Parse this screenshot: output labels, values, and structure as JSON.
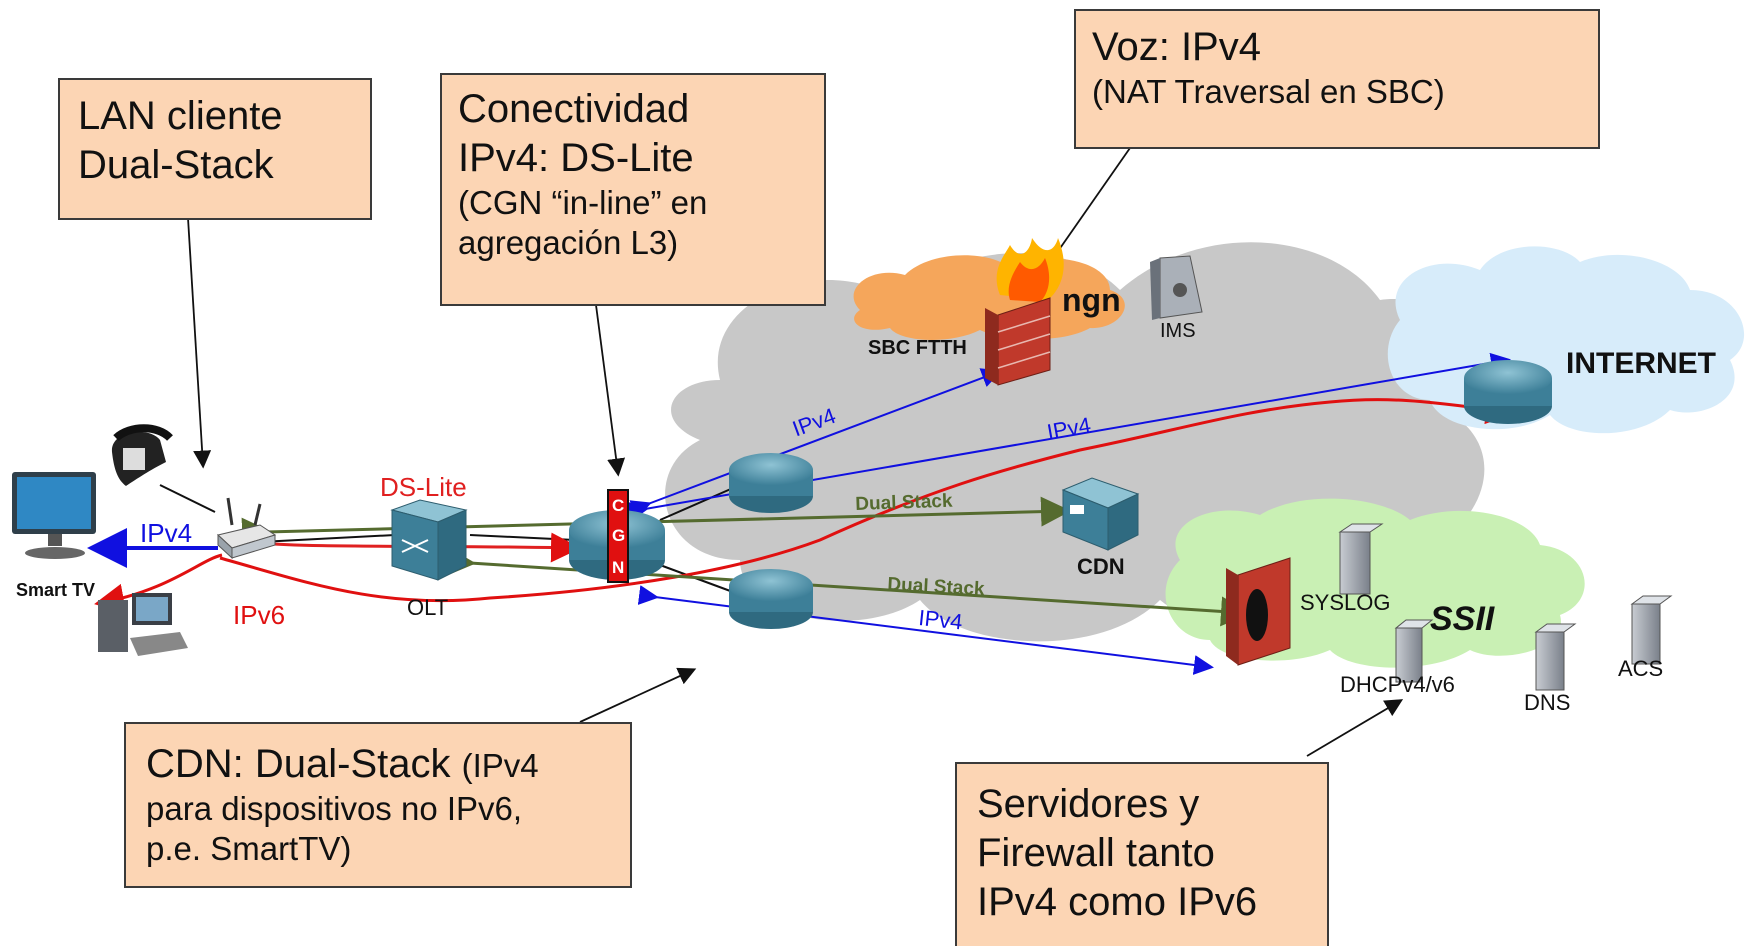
{
  "callouts": {
    "lan": {
      "line1": "LAN cliente",
      "line2": "Dual-Stack"
    },
    "dslite": {
      "line1": "Conectividad",
      "line2": "IPv4: DS-Lite",
      "line3": "(CGN “in-line” en",
      "line4": "agregación L3)"
    },
    "voz": {
      "line1": "Voz: IPv4",
      "line2": "(NAT Traversal en SBC)"
    },
    "cdn": {
      "line1a": "CDN: Dual-Stack ",
      "line1b": "(IPv4",
      "line2": "para dispositivos no IPv6,",
      "line3": "p.e. SmartTV)"
    },
    "servers": {
      "line1": "Servidores y",
      "line2": "Firewall tanto",
      "line3": "IPv4 como IPv6"
    }
  },
  "labels": {
    "smart_tv": "Smart TV",
    "olt": "OLT",
    "ds_lite": "DS-Lite",
    "ipv4_left": "IPv4",
    "ipv6_left": "IPv6",
    "cgn": [
      "C",
      "G",
      "N"
    ],
    "sbc_ftth": "SBC  FTTH",
    "ngn": "ngn",
    "ims": "IMS",
    "internet": "INTERNET",
    "cdn": "CDN",
    "ssii": "SSII",
    "syslog": "SYSLOG",
    "dhcp": "DHCPv4/v6",
    "dns": "DNS",
    "acs": "ACS",
    "ipv4_sbc": "IPv4",
    "ipv4_internet": "IPv4",
    "dual_stack_cdn": "Dual Stack",
    "dual_stack_ssii": "Dual Stack",
    "ipv4_ssii": "IPv4"
  },
  "colors": {
    "ipv4": "#1010e0",
    "ipv6": "#e01010",
    "dual_stack": "#556b2f",
    "ds_lite": "#e02020",
    "callout_fill": "#fcd5b4",
    "router": "#4a8fa6"
  }
}
